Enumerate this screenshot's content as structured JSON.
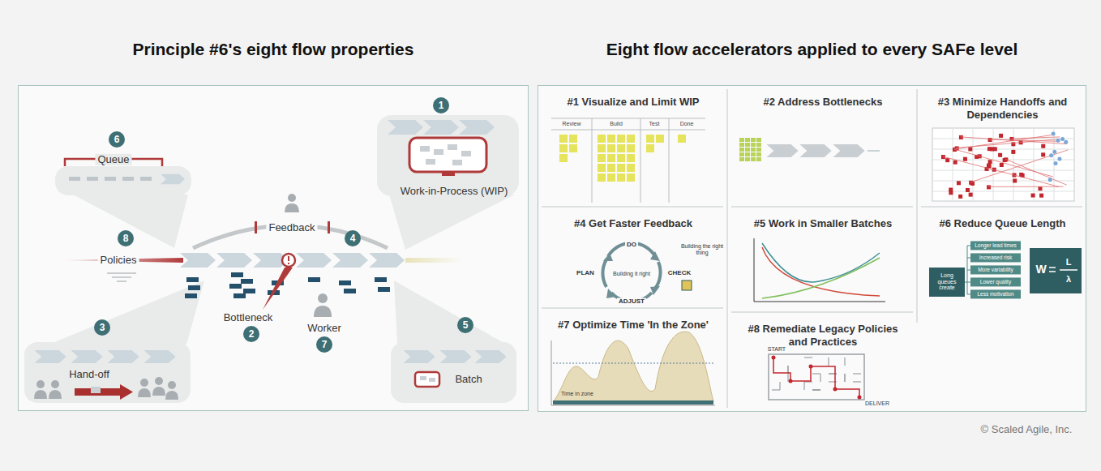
{
  "diagram": {
    "nodes": [
      {
        "text": [
          "Principle #6's eight flow properties"
        ]
      },
      {
        "text": [
          "Eight flow accelerators applied to every SAFe level"
        ]
      },
      {
        "text": [
          "#1 Visualize and Limit WIP"
        ],
        "in": 1
      },
      {
        "text": [
          "#2 Address Bottlenecks"
        ],
        "in": 1
      },
      {
        "text": [
          "#3 Minimize Handoffs and Dependencies"
        ],
        "in": 1
      },
      {
        "text": [
          "#4 Get Faster Feedback"
        ],
        "in": 1
      },
      {
        "text": [
          "#5 Work in Smaller Batches"
        ],
        "in": 1
      },
      {
        "text": [
          "#6 Reduce Queue Length"
        ],
        "in": 1
      },
      {
        "text": [
          "#7 Optimize Time 'In the Zone'"
        ],
        "in": 1
      },
      {
        "text": [
          "#8 Remediate Legacy Policies and Practices"
        ],
        "in": 1
      }
    ],
    "labels": [
      "1",
      "Work-in-Process (WIP)",
      "6",
      "Queue",
      "Feedback",
      "4",
      "8",
      "Policies",
      "Bottleneck",
      "2",
      "Worker",
      "7",
      "3",
      "Hand-off",
      "5",
      "Batch",
      "Review",
      "Build",
      "Test",
      "Done",
      "DO",
      "Building the right thing",
      "PLAN",
      "CHECK",
      "Building it right",
      "ADJUST",
      "Long queues create",
      "Longer lead times",
      "Increased risk",
      "More variability",
      "Lower quality",
      "Less motivation",
      "W",
      "L",
      "λ",
      "Time in zone",
      "START",
      "DELIVER",
      "© Scaled Agile, Inc."
    ]
  }
}
